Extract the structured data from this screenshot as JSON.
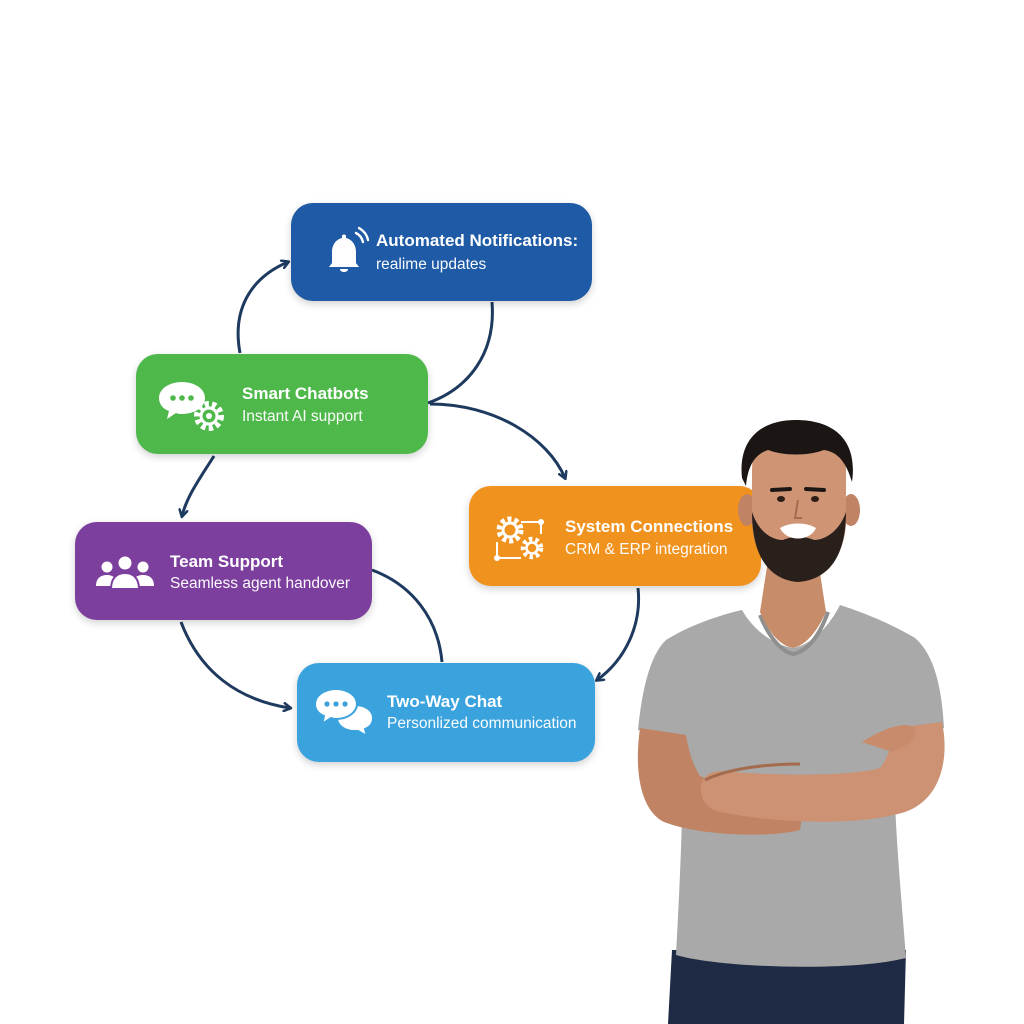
{
  "nodes": {
    "notifications": {
      "title": "Automated Notifications:",
      "subtitle": "realime updates",
      "color": "#1e5aa5",
      "icon": "bell-icon"
    },
    "chatbots": {
      "title": "Smart Chatbots",
      "subtitle": "Instant AI support",
      "color": "#4fb84a",
      "icon": "chatbot-gear-icon"
    },
    "connections": {
      "title": "System Connections",
      "subtitle": "CRM & ERP integration",
      "color": "#f0921e",
      "icon": "gears-network-icon"
    },
    "team": {
      "title": "Team Support",
      "subtitle": "Seamless agent handover",
      "color": "#7d3f9e",
      "icon": "team-users-icon"
    },
    "twoway": {
      "title": "Two-Way Chat",
      "subtitle": "Personlized communication",
      "color": "#3aa2dc",
      "icon": "chat-bubbles-icon"
    }
  },
  "arrow_color": "#1e3a5f",
  "photo": {
    "subject": "smiling-man-arms-crossed"
  }
}
